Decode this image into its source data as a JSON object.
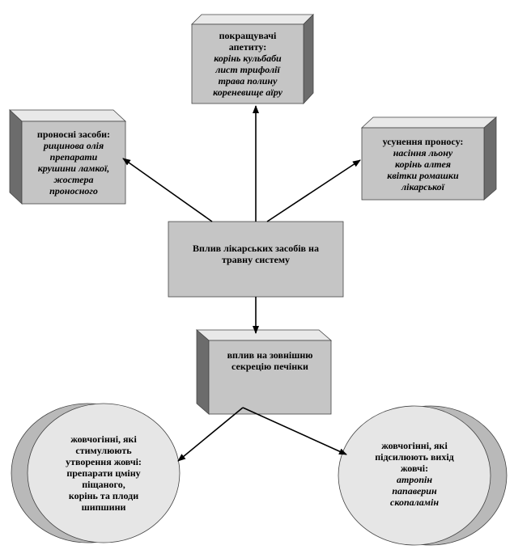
{
  "center": {
    "line1": "Вплив лікарських засобів на",
    "line2": "травну систему"
  },
  "appetite": {
    "title_line1": "покращувачі",
    "title_line2": "апетиту:",
    "items": [
      "корінь кульбаби",
      "лист трифолії",
      "трава полину",
      "кореневище аїру"
    ]
  },
  "laxatives": {
    "title": "проносні засоби:",
    "items": [
      "рицинова олія",
      "препарати",
      "крушини ламкої,",
      "жостера",
      "проносного"
    ]
  },
  "antidiarrheal": {
    "title": "усунення проносу:",
    "items": [
      "насіння льону",
      "корінь алтея",
      "квітки ромашки",
      "лікарської"
    ]
  },
  "liver": {
    "line1": "вплив на зовнішню",
    "line2": "секрецію печінки"
  },
  "choleretic": {
    "lines": [
      "жовчогінні, які",
      "стимулюють",
      "утворення жовчі:",
      "препарати цміну",
      "піщаного,",
      "корінь та плоди",
      "шипшини"
    ]
  },
  "cholekinetic": {
    "title_lines": [
      "жовчогінні, які",
      "підсилюють вихід",
      "жовчі:"
    ],
    "items": [
      "атропін",
      "папаверин",
      "скопаламін"
    ]
  }
}
